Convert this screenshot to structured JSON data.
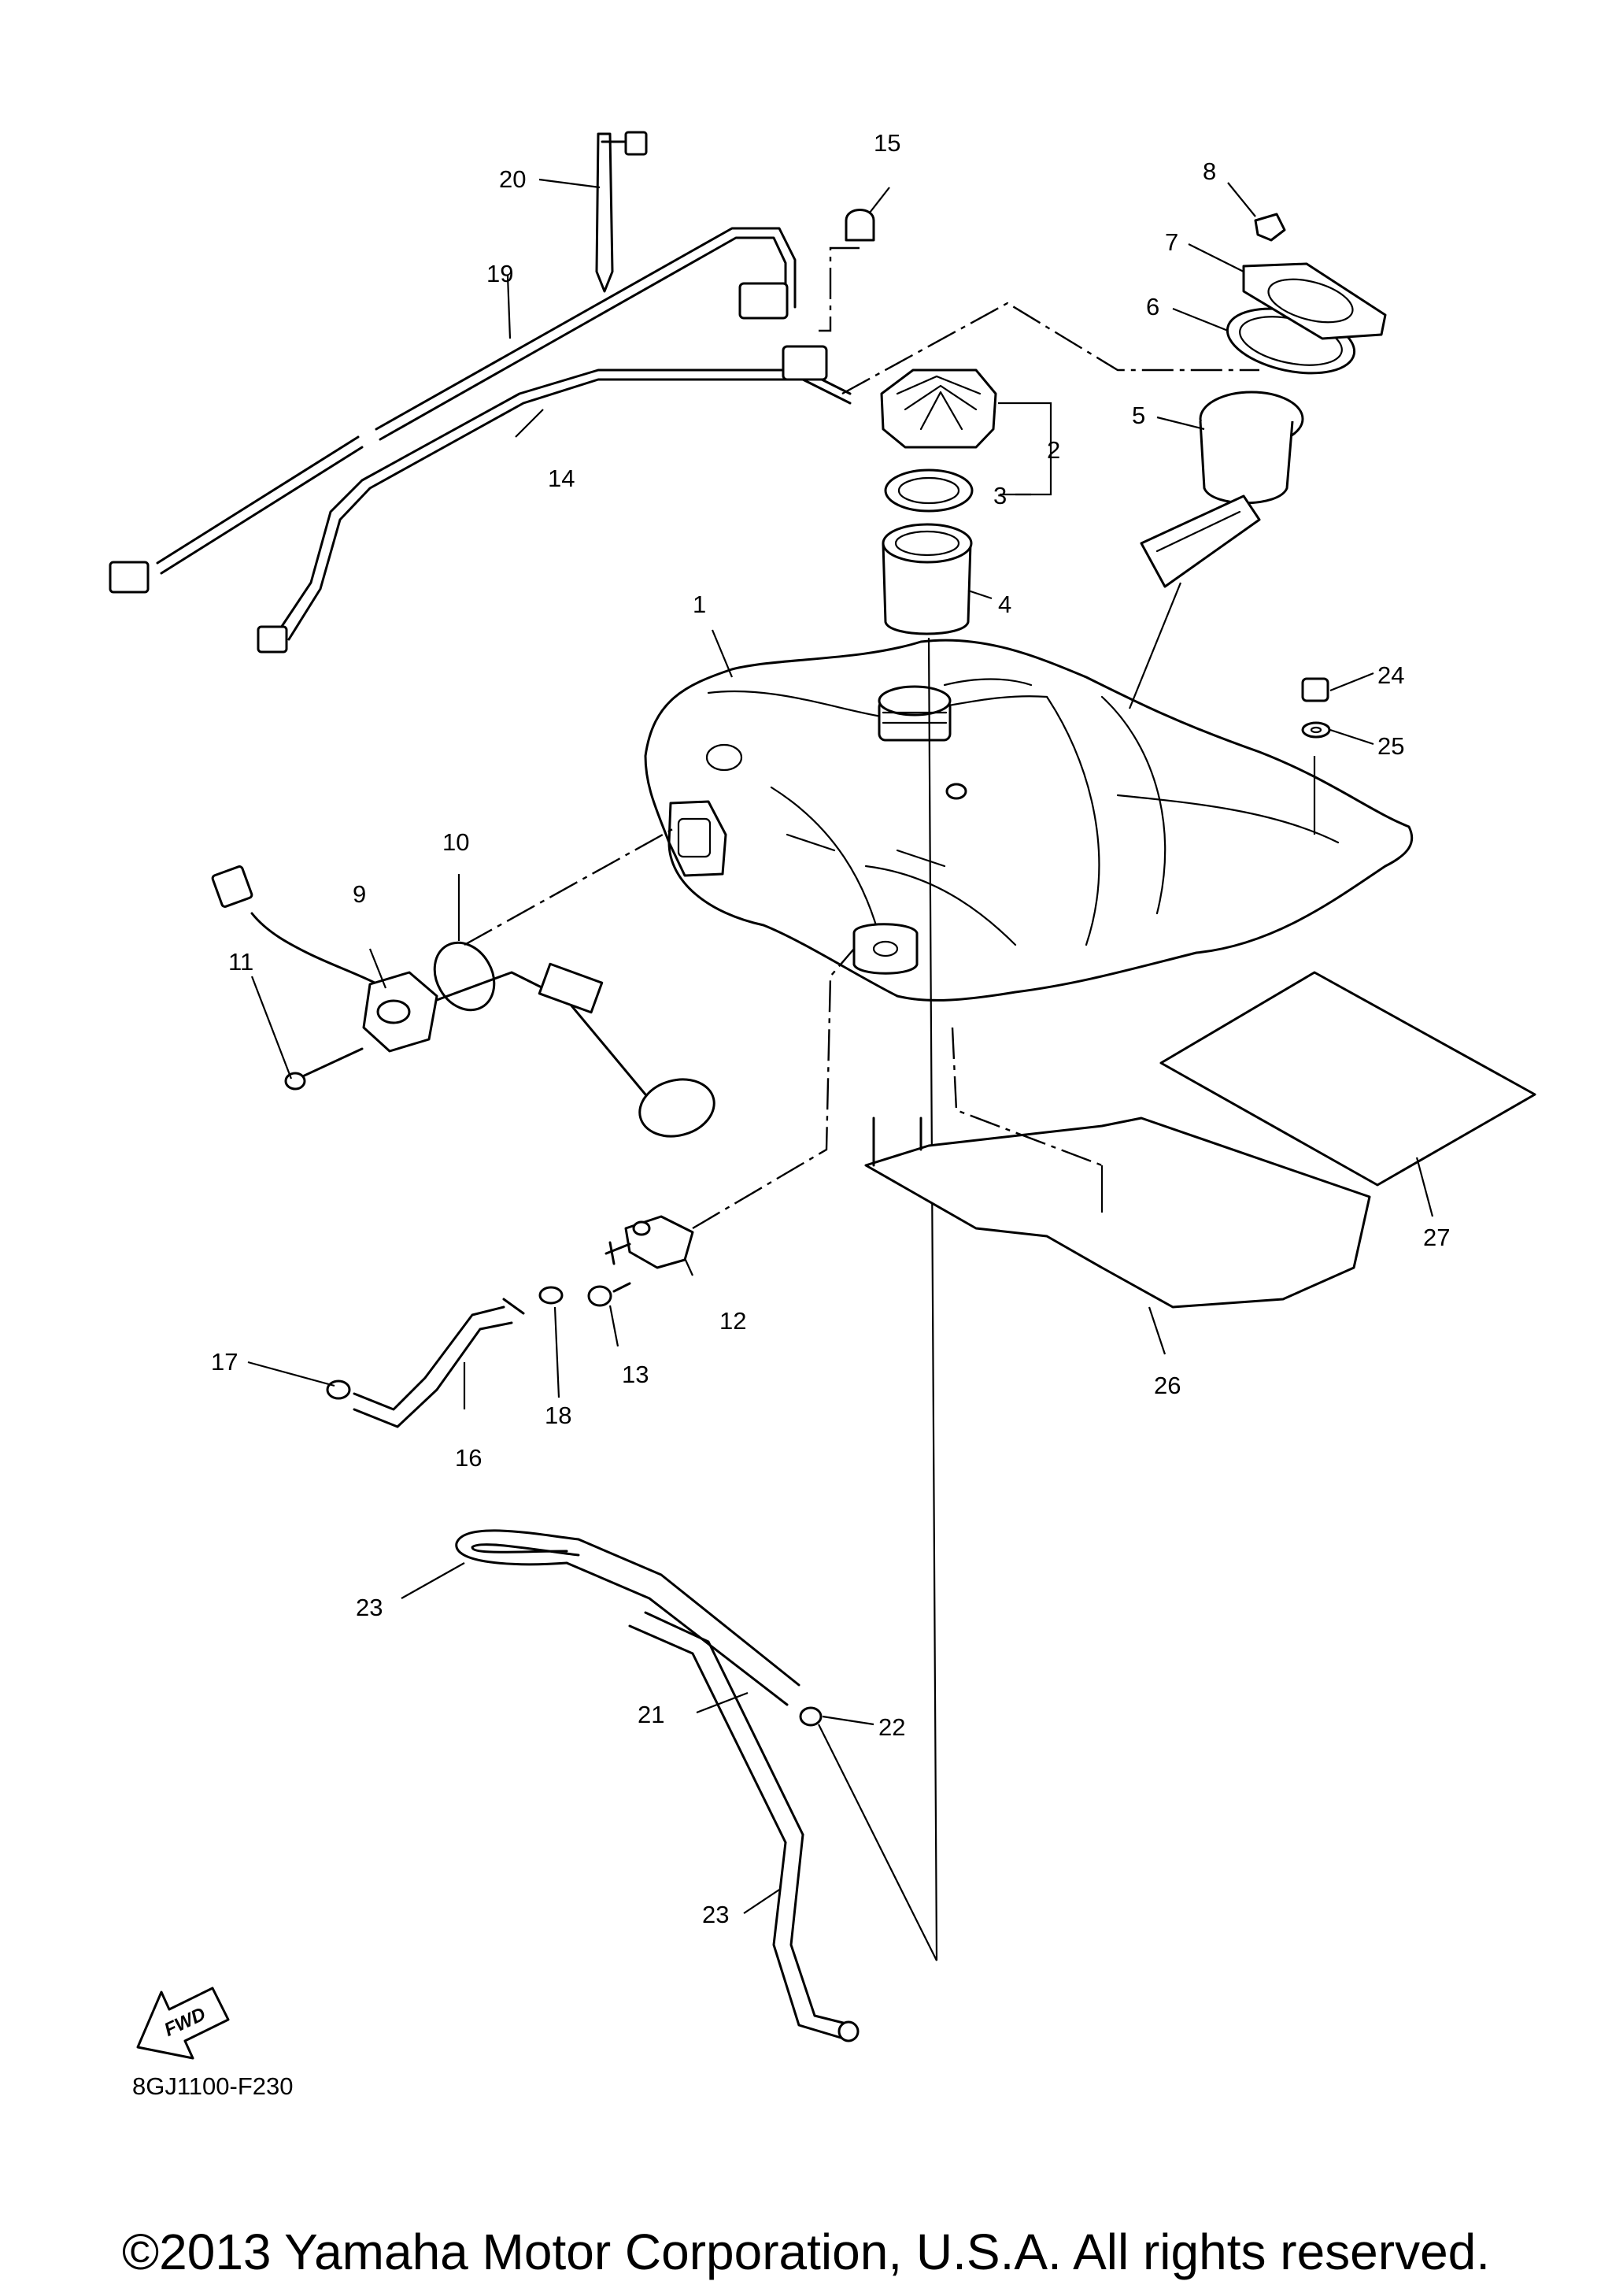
{
  "diagram": {
    "code": "8GJ1100-F230",
    "fwd_text": "FWD",
    "callouts": [
      "1",
      "2",
      "3",
      "4",
      "5",
      "6",
      "7",
      "8",
      "9",
      "10",
      "11",
      "12",
      "13",
      "14",
      "15",
      "16",
      "17",
      "18",
      "19",
      "20",
      "21",
      "22",
      "23",
      "23",
      "24",
      "25",
      "26",
      "27"
    ]
  },
  "footer": {
    "copyright": "©2013 Yamaha Motor Corporation, U.S.A. All rights reserved."
  }
}
